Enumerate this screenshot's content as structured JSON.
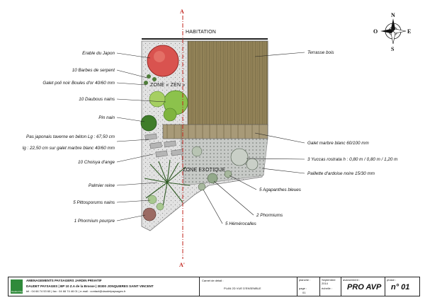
{
  "plan": {
    "habitation_label": "HABITATION",
    "zone_labels": [
      "ZONE « ZEN »",
      "ZONE EXOTIQUE"
    ],
    "section_top": "A",
    "section_bottom": "A'"
  },
  "labels_left": [
    "Erable du Japon",
    "10 Barbes de serpent",
    "Galet poli noir Boules d'or 40/60 mm",
    "10 Daubous nains",
    "Pin nain",
    "Pas japonais taverne en béton Lg : 67,50 cm",
    "lg : 22,50 cm sur galet marbre blanc 40/60 mm",
    "10 Choisya d'ange",
    "Palmier reine",
    "5 Pittosporums nains",
    "1 Phormium pourpre"
  ],
  "labels_right": [
    "Terrasse bois",
    "Galet marbre blanc 60/100 mm",
    "3 Yuccas rostrata h : 0,80 m / 0,80 m / 1,20 m",
    "Paillette d'ardoise noire 15/30 mm",
    "5 Agapanthes bleues",
    "2 Phormiums",
    "5 Hémérocalles"
  ],
  "compass": {
    "n": "N",
    "s": "S",
    "e": "E",
    "o": "O"
  },
  "cartouche": {
    "company_title": "AMENAGEMENTS PAYSAGERS JARDIN PRIVATIF",
    "company_line": "DAUDET PAYSAGES | BP 10 Z.A de la Brosse | 30300 JONQUIERES SAINT VINCENT",
    "contact_line": "tél : 04 66 74 53 60 | fax : 04 66 74 46 01 | e-mail : contact@daudetpaysages.fr",
    "logo_text": "Daudet Paysages",
    "detail_label": "Carnet de détail :",
    "detail_value": "PLAN 2D VUE D'ENSEMBLE",
    "planche_label": "planche :",
    "planche_value": "",
    "page_label": "page :",
    "page_value": "01",
    "date_value": "Septembre 2014",
    "echelle_label": "échelle :",
    "echelle_value": "",
    "avancement_label": "avancement :",
    "avancement_value": "PRO AVP",
    "phase_label": "phase :",
    "phase_value": "n° 01"
  },
  "colors": {
    "section_line": "#c0201a",
    "terrace_wood": "#8a7a52",
    "maple": "#d9534f",
    "green_plants": "#6fae3f",
    "gravel": "#d8d8d8",
    "logo_green": "#2f8a3a"
  }
}
